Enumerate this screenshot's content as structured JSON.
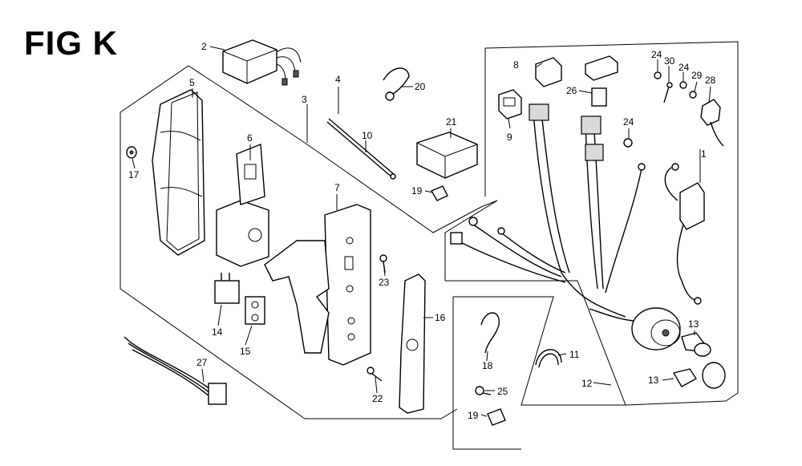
{
  "figure": {
    "title": "FIG K"
  },
  "callouts": [
    "1",
    "2",
    "3",
    "4",
    "5",
    "6",
    "7",
    "8",
    "9",
    "10",
    "11",
    "12",
    "13",
    "13",
    "14",
    "15",
    "16",
    "17",
    "18",
    "19",
    "19",
    "20",
    "21",
    "22",
    "23",
    "24",
    "24",
    "24",
    "25",
    "26",
    "27",
    "28",
    "29",
    "30"
  ]
}
